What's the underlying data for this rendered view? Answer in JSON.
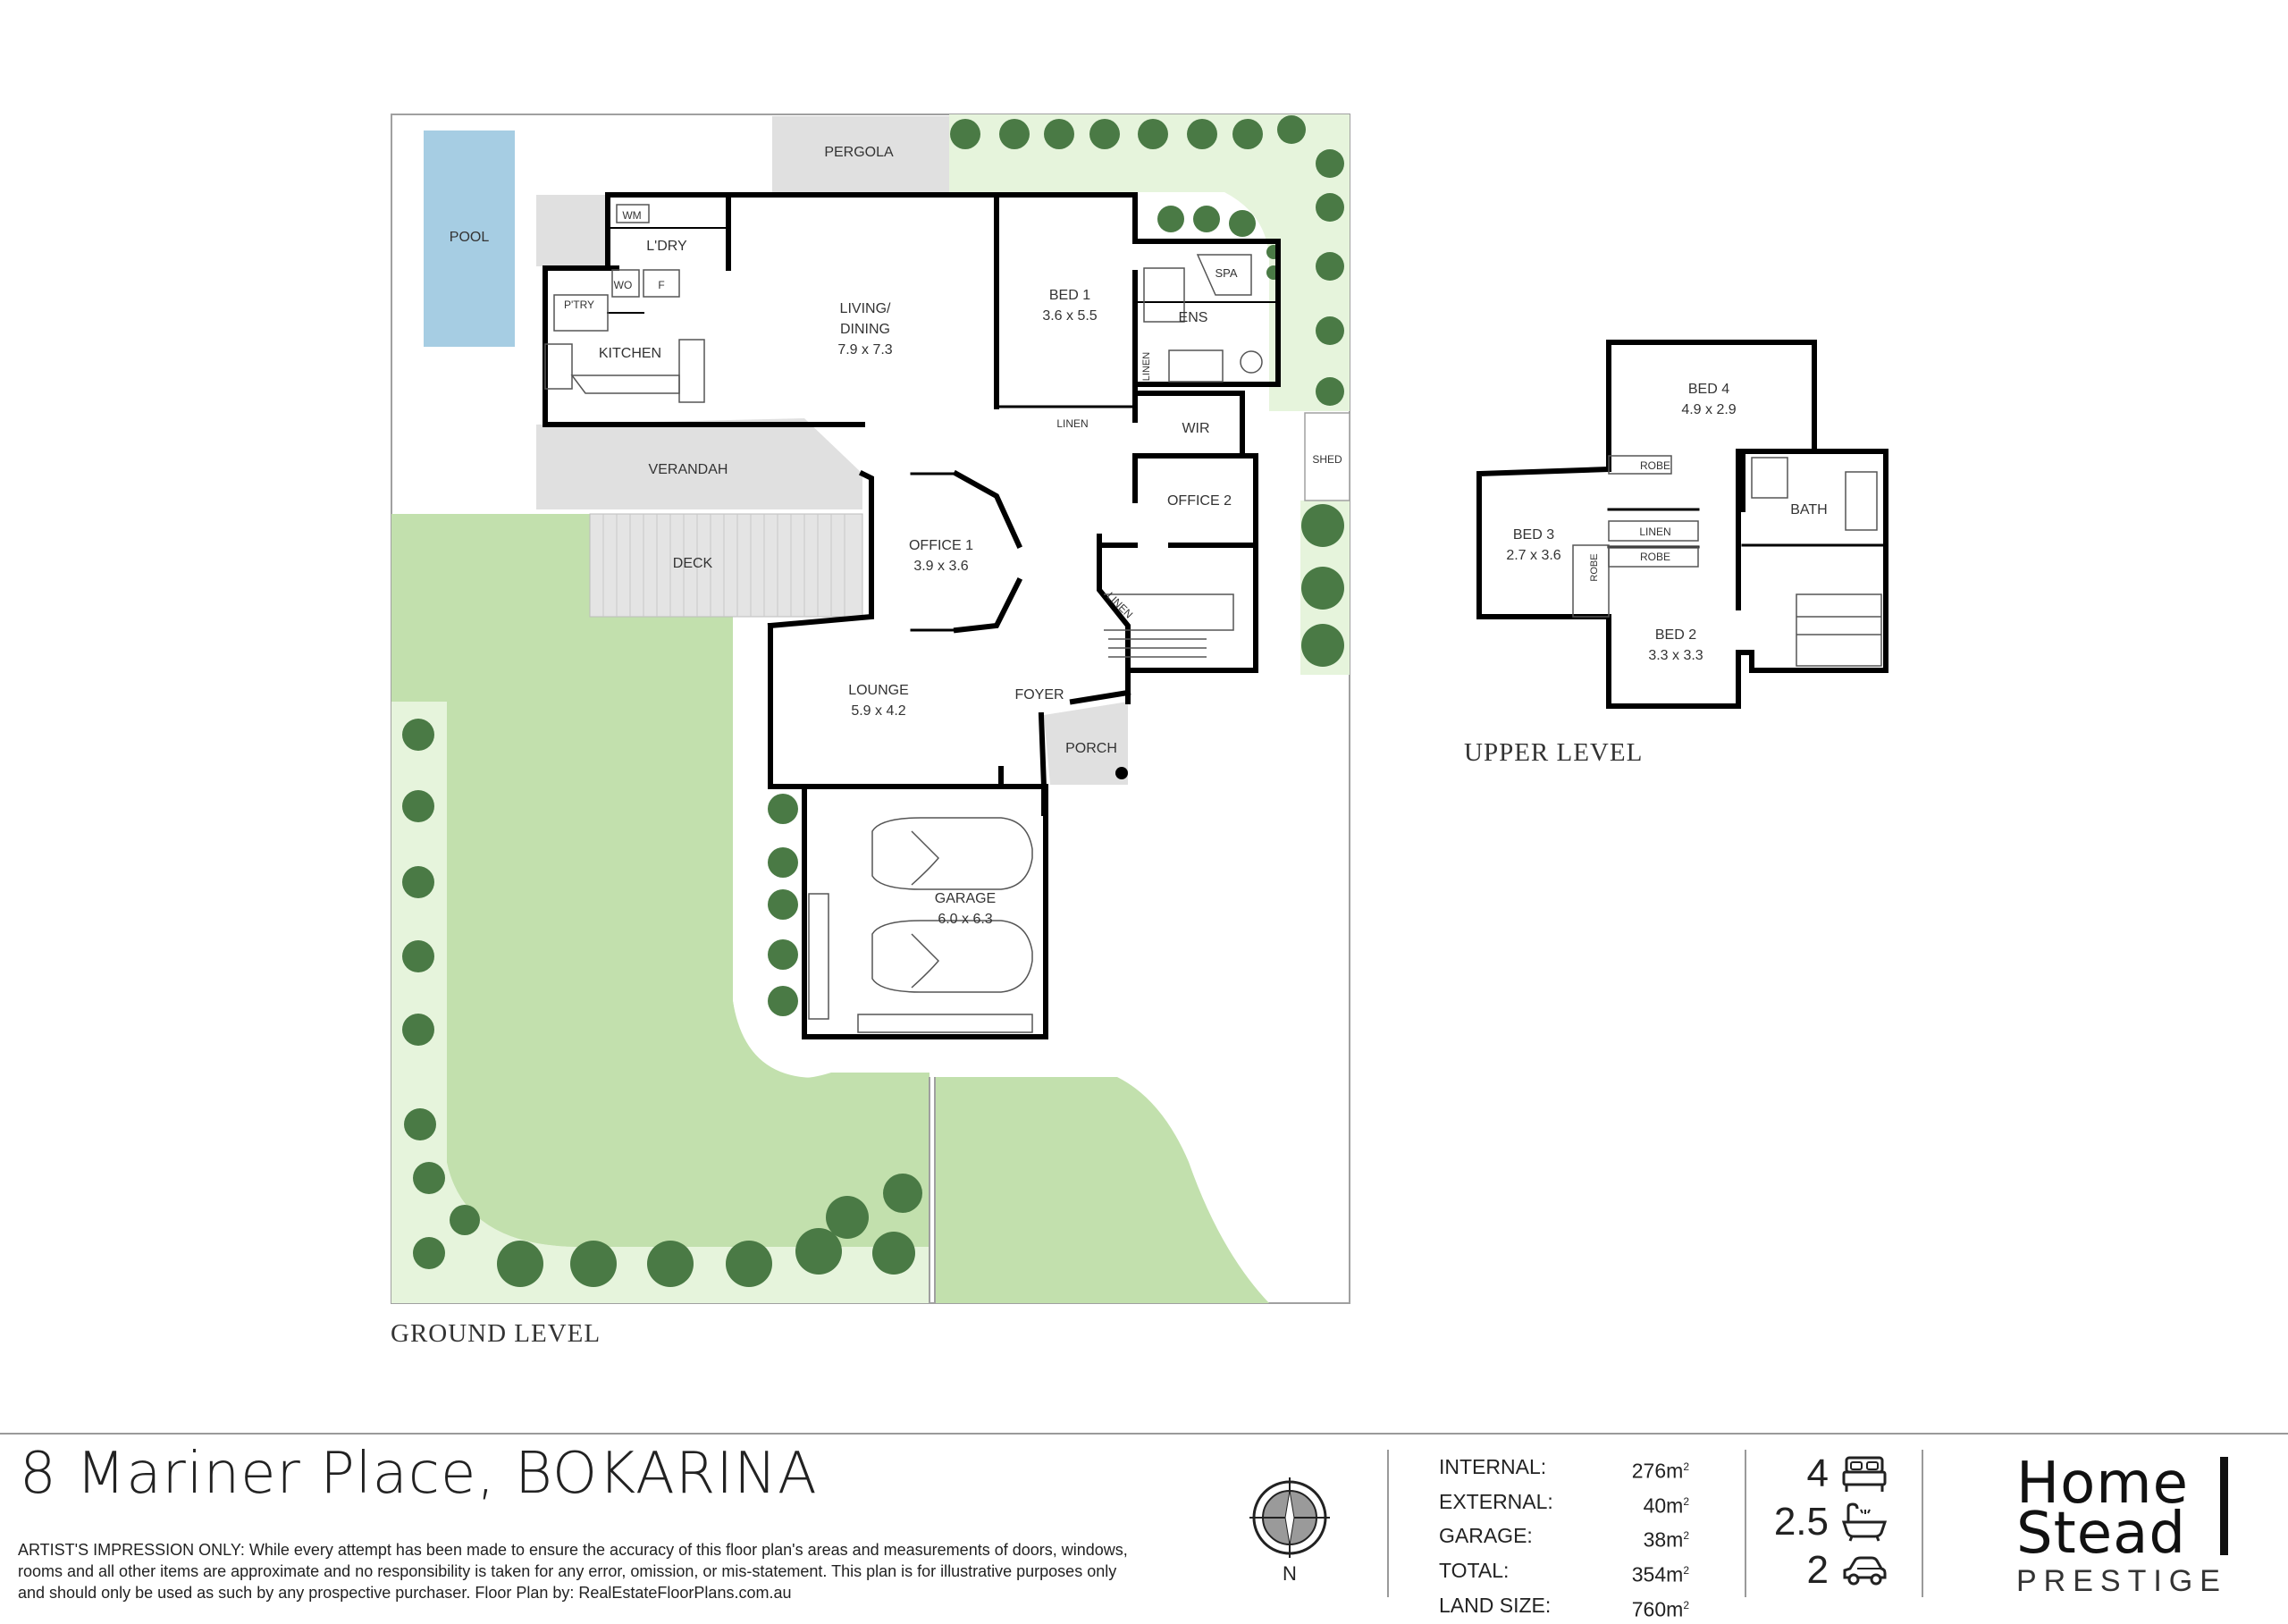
{
  "ground_level": {
    "title": "GROUND LEVEL",
    "rooms": {
      "pool": "POOL",
      "pergola": "PERGOLA",
      "wm": "WM",
      "laundry": "L'DRY",
      "wo": "WO",
      "fridge": "F",
      "pantry": "P'TRY",
      "kitchen": "KITCHEN",
      "living_name": "LIVING/",
      "living_name_2": "DINING",
      "living_size": "7.9 x 7.3",
      "bed1_name": "BED 1",
      "bed1_size": "3.6 x 5.5",
      "spa": "SPA",
      "ensuite": "ENS",
      "linen_vertical": "LINEN",
      "linen": "LINEN",
      "wir": "WIR",
      "shed": "SHED",
      "verandah": "VERANDAH",
      "office2": "OFFICE 2",
      "deck": "DECK",
      "office1_name": "OFFICE 1",
      "office1_size": "3.9 x 3.6",
      "linen2": "LINEN",
      "lounge_name": "LOUNGE",
      "lounge_size": "5.9 x 4.2",
      "foyer": "FOYER",
      "porch": "PORCH",
      "garage_name": "GARAGE",
      "garage_size": "6.0 x 6.3"
    }
  },
  "upper_level": {
    "title": "UPPER LEVEL",
    "rooms": {
      "bed4_name": "BED 4",
      "bed4_size": "4.9 x 2.9",
      "robe_top": "ROBE",
      "bath": "BATH",
      "bed3_name": "BED 3",
      "bed3_size": "2.7 x 3.6",
      "robe_vertical": "ROBE",
      "linen": "LINEN",
      "robe_mid": "ROBE",
      "bed2_name": "BED 2",
      "bed2_size": "3.3 x 3.3"
    }
  },
  "address": "8 Mariner Place, BOKARINA",
  "disclaimer": [
    "ARTIST'S IMPRESSION ONLY: While every attempt has been made to ensure the accuracy of this floor plan's areas and measurements of doors, windows,",
    "rooms and all other items are approximate and no responsibility is taken for any error, omission, or mis-statement. This plan is for illustrative purposes only",
    "and should only be used as such by any prospective purchaser. Floor Plan by: RealEstateFloorPlans.com.au"
  ],
  "compass": {
    "label": "N"
  },
  "stats": [
    {
      "label": "INTERNAL:",
      "value": "276m",
      "unit_sup": "2"
    },
    {
      "label": "EXTERNAL:",
      "value": "40m",
      "unit_sup": "2"
    },
    {
      "label": "GARAGE:",
      "value": "38m",
      "unit_sup": "2"
    },
    {
      "label": "TOTAL:",
      "value": "354m",
      "unit_sup": "2"
    },
    {
      "label": "LAND SIZE:",
      "value": "760m",
      "unit_sup": "2"
    }
  ],
  "counts": {
    "bedrooms": {
      "value": "4",
      "icon": "bed-icon"
    },
    "bathrooms": {
      "value": "2.5",
      "icon": "bathtub-icon"
    },
    "car_spaces": {
      "value": "2",
      "icon": "car-icon"
    }
  },
  "brand": {
    "line1": "Home",
    "line2": "Stead",
    "line3": "PRESTIGE"
  },
  "colors": {
    "lawn": "#c2e0ad",
    "garden_bed": "#e6f4dc",
    "tree": "#4a7a45",
    "pool": "#a6cde3",
    "paving": "#e0e0e0",
    "wall": "#000000"
  }
}
